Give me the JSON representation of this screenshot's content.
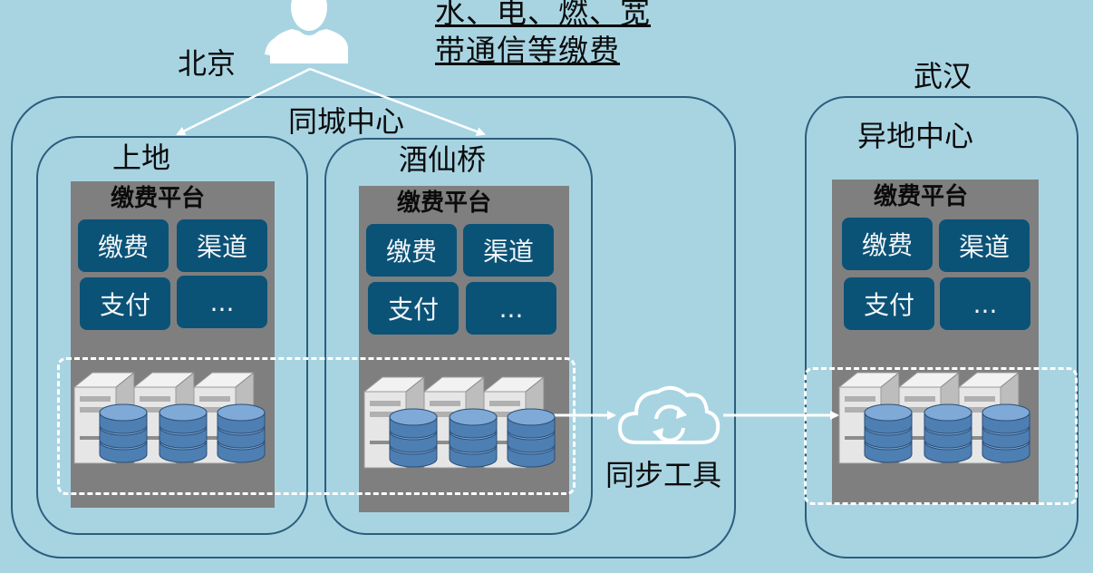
{
  "user_text": {
    "line1": "水、电、燃、宽",
    "line2": "带通信等缴费"
  },
  "beijing": {
    "city": "北京",
    "center": "同城中心",
    "sites": [
      {
        "name": "上地",
        "platform_title": "缴费平台",
        "modules": [
          "缴费",
          "渠道",
          "支付",
          "..."
        ]
      },
      {
        "name": "酒仙桥",
        "platform_title": "缴费平台",
        "modules": [
          "缴费",
          "渠道",
          "支付",
          "..."
        ]
      }
    ]
  },
  "sync_tool": "同步工具",
  "wuhan": {
    "city": "武汉",
    "center": "异地中心",
    "platform_title": "缴费平台",
    "modules": [
      "缴费",
      "渠道",
      "支付",
      "..."
    ]
  },
  "colors": {
    "background": "#a8d4e2",
    "border": "#2c5d7c",
    "platform": "#7f7f80",
    "module": "#0b5277"
  }
}
